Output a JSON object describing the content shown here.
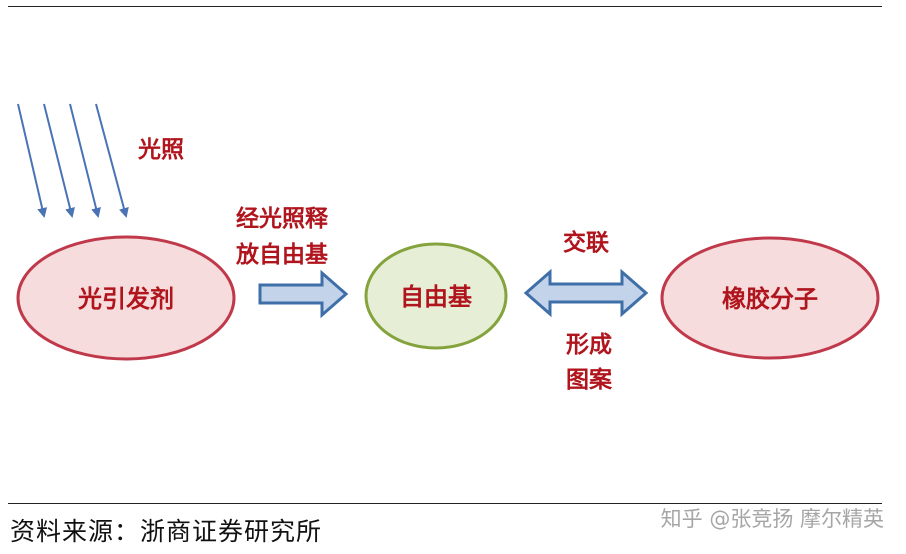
{
  "labels": {
    "light": "光照",
    "release_line1": "经光照释",
    "release_line2": "放自由基",
    "crosslink": "交联",
    "pattern_line1": "形成",
    "pattern_line2": "图案"
  },
  "nodes": {
    "photoinitiator": "光引发剂",
    "free_radical": "自由基",
    "rubber_molecule": "橡胶分子"
  },
  "colors": {
    "red_node_fill": "#f6dcdc",
    "red_node_stroke": "#c0394b",
    "green_node_fill": "#e6efd6",
    "green_node_stroke": "#84a33d",
    "arrow_fill": "#c3d4ea",
    "arrow_stroke": "#3e6fa8",
    "label_red": "#b0141c"
  },
  "footer": {
    "source": "资料来源：浙商证券研究所",
    "watermark": "知乎 @张竞扬 摩尔精英"
  }
}
